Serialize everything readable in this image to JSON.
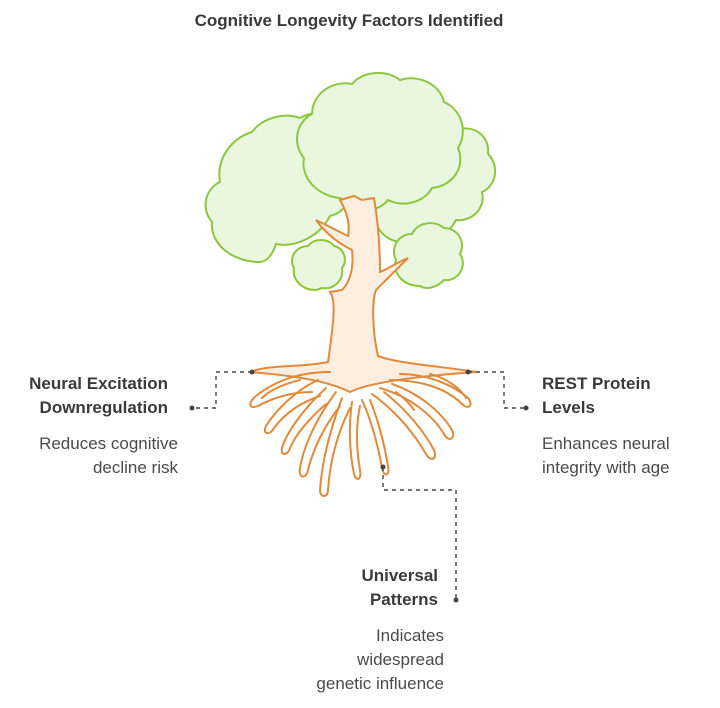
{
  "title": "Cognitive Longevity Factors Identified",
  "factors": [
    {
      "label_lines": [
        "Neural Excitation",
        "Downregulation"
      ],
      "desc_lines": [
        "Reduces cognitive",
        "decline risk"
      ]
    },
    {
      "label_lines": [
        "REST Protein",
        "Levels"
      ],
      "desc_lines": [
        "Enhances neural",
        "integrity with age"
      ]
    },
    {
      "label_lines": [
        "Universal",
        "Patterns"
      ],
      "desc_lines": [
        "Indicates",
        "widespread",
        "genetic influence"
      ]
    }
  ],
  "colors": {
    "foliage_fill": "#eaf7df",
    "foliage_stroke": "#8cc63f",
    "trunk_fill": "#fdeee0",
    "trunk_stroke": "#e08a3c",
    "connector": "#444444"
  },
  "icons": [
    "tree-illustration"
  ]
}
